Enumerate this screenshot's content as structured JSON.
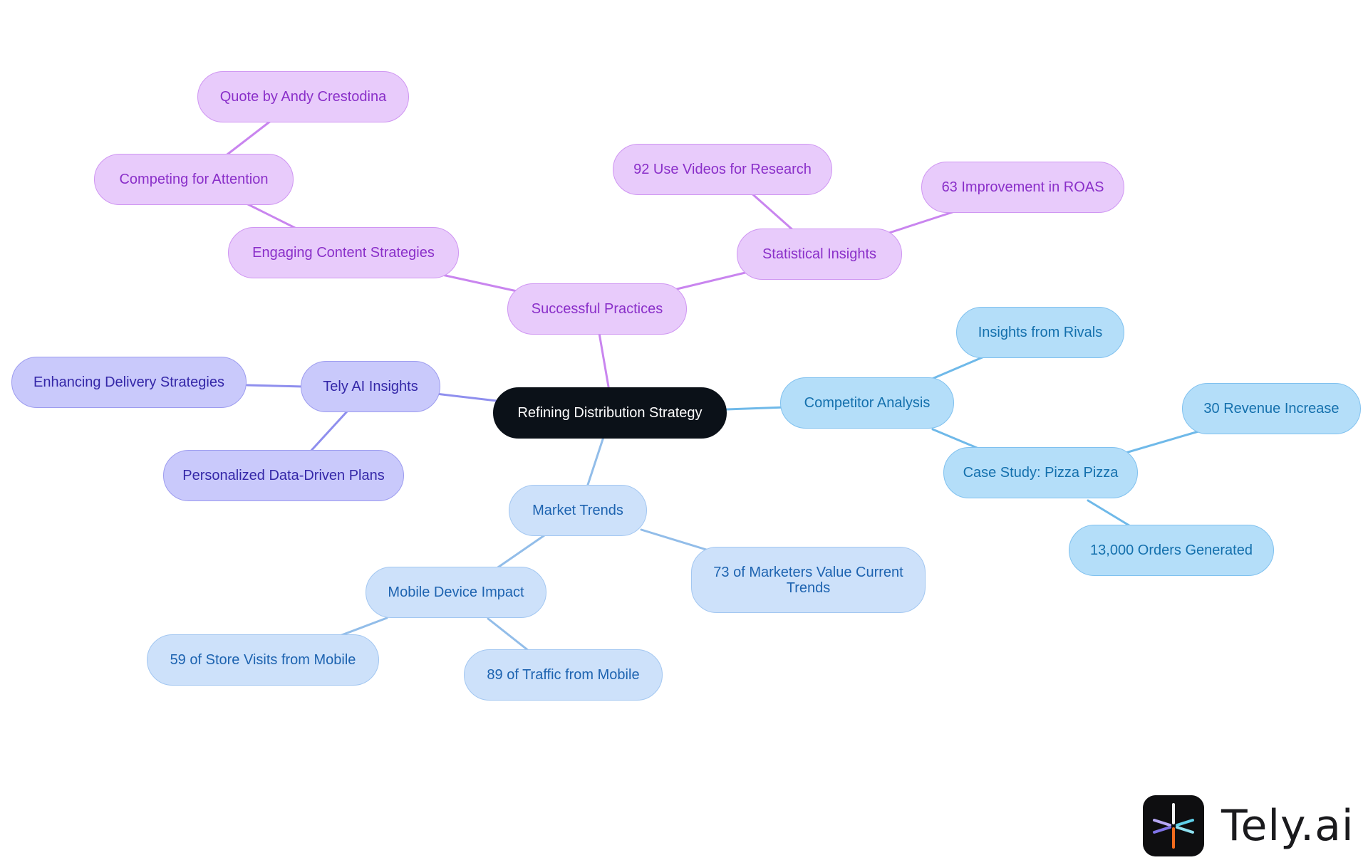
{
  "colors": {
    "root": "#0b1118",
    "purple_line": "#c985ef",
    "indigo_line": "#8f8fee",
    "lightblue_line": "#92bde9",
    "cyan_line": "#6fb9e9"
  },
  "nodes": {
    "root": {
      "label": "Refining Distribution Strategy"
    },
    "successful_practices": {
      "label": "Successful Practices"
    },
    "engaging_content": {
      "label": "Engaging Content Strategies"
    },
    "competing_attention": {
      "label": "Competing for Attention"
    },
    "quote_andy": {
      "label": "Quote by Andy Crestodina"
    },
    "statistical_insights": {
      "label": "Statistical Insights"
    },
    "videos_research": {
      "label": "92 Use Videos for Research"
    },
    "roas_improvement": {
      "label": "63 Improvement in ROAS"
    },
    "tely_ai_insights": {
      "label": "Tely AI Insights"
    },
    "enhancing_delivery": {
      "label": "Enhancing Delivery Strategies"
    },
    "personalized_plans": {
      "label": "Personalized Data-Driven Plans"
    },
    "market_trends": {
      "label": "Market Trends"
    },
    "mobile_impact": {
      "label": "Mobile Device Impact"
    },
    "store_visits": {
      "label": "59 of Store Visits from Mobile"
    },
    "traffic_mobile": {
      "label": "89 of Traffic from Mobile"
    },
    "marketers_value": {
      "line1": "73 of Marketers Value Current",
      "line2": "Trends"
    },
    "competitor_analysis": {
      "label": "Competitor Analysis"
    },
    "insights_rivals": {
      "label": "Insights from Rivals"
    },
    "case_study": {
      "label": "Case Study: Pizza Pizza"
    },
    "revenue_increase": {
      "label": "30 Revenue Increase"
    },
    "orders_generated": {
      "label": "13,000 Orders Generated"
    }
  },
  "brand": {
    "name": "Tely.ai",
    "icon": "tely-logo-icon"
  }
}
